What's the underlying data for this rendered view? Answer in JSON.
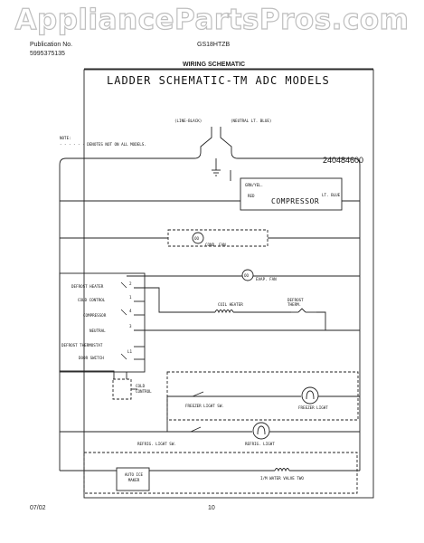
{
  "watermark": "AppliancePartsPros.com",
  "header": {
    "publication_label": "Publication No.",
    "publication_number": "5995375135",
    "model": "GS18HTZB",
    "section": "WIRING SCHEMATIC"
  },
  "diagram": {
    "title": "LADDER SCHEMATIC-TM ADC MODELS",
    "part_number": "240484600",
    "line_label": "(LINE-BLACK)",
    "neutral_label": "(NEUTRAL LT. BLUE)",
    "note_label": "NOTE:",
    "note_text": "- - - - - - DENOTES NOT ON ALL MODELS.",
    "compressor": {
      "label": "COMPRESSOR",
      "grn_yel": "GRN/YEL.",
      "red": "RED",
      "lt_blue": "LT. BLUE"
    },
    "cond_fan": "COND. FAN",
    "evap_fan": "EVAP. FAN",
    "fan_symbol": "OO",
    "coil_heater": "COIL HEATER",
    "defrost_therm": "DEFROST THERM.",
    "timer_terminals": [
      "DEFROST HEATER",
      "COLD CONTROL",
      "COMPRESSOR",
      "NEUTRAL",
      "DEFROST THERMOSTAT",
      "DOOR SWITCH"
    ],
    "timer_pins": [
      "2",
      "1",
      "4",
      "3",
      "L1"
    ],
    "cold_control": "COLD CONTROL",
    "freezer_light_sw": "FREEZER LIGHT SW.",
    "freezer_light": "FREEZER LIGHT",
    "refrig_light_sw": "REFRIG. LIGHT SW.",
    "refrig_light": "REFRIG. LIGHT",
    "ice_maker": "AUTO ICE MAKER",
    "water_valve": "I/M WATER VALVE TWO"
  },
  "footer": {
    "date": "07/02",
    "page": "10"
  },
  "colors": {
    "watermark_outline": "#b8b8b8",
    "ink": "#222222"
  }
}
